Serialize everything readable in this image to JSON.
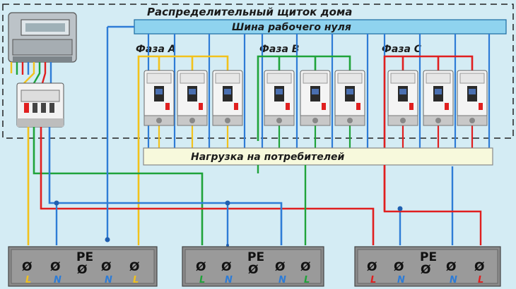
{
  "title": "Распределительный щиток дома",
  "neutral_bus": "Шина рабочего нуля",
  "load_bus": "Нагрузка на потребителей",
  "phases": [
    "Фаза А",
    "Фаза В",
    "Фаза С"
  ],
  "terminal_pe": "PE",
  "terminal_symbol": "Ø",
  "letter_L": "L",
  "letter_N": "N",
  "colors": {
    "background": "#d4ecf4",
    "phase_a": "#f2c21c",
    "phase_b": "#1fa33a",
    "phase_c": "#e01f1f",
    "neutral": "#2e7cd6",
    "bus": "#8fd3ef",
    "load": "#f7f9dc",
    "panel": "#8a8a8a"
  },
  "icons": [
    "electric-meter-icon",
    "rcd-switch-icon",
    "circuit-breaker-icon",
    "screw-terminal-icon"
  ]
}
